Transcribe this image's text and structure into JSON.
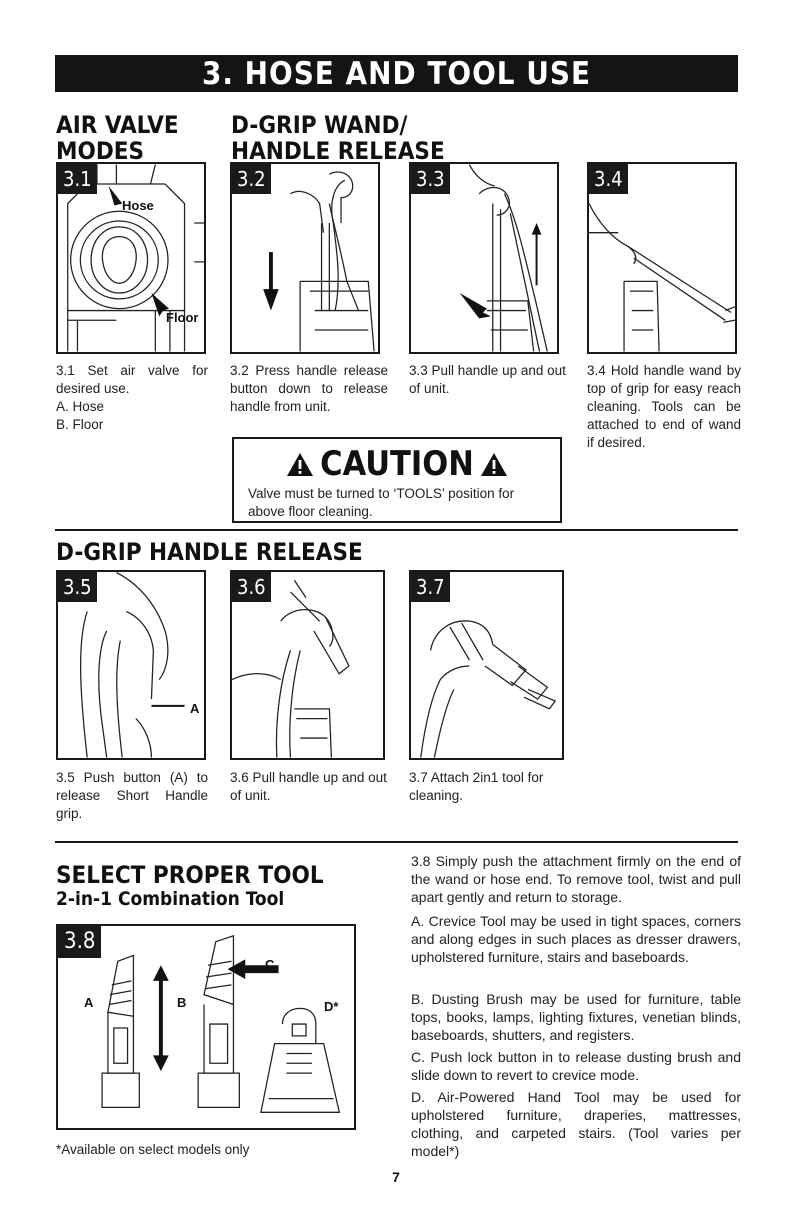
{
  "banner": "3. HOSE AND TOOL USE",
  "section1": {
    "heading_a_line1": "AIR VALVE",
    "heading_a_line2": "MODES",
    "heading_b_line1": "D-GRIP WAND/",
    "heading_b_line2": "HANDLE RELEASE"
  },
  "panels": {
    "p31": {
      "tag": "3.1",
      "hose_label": "Hose",
      "floor_label": "Floor"
    },
    "p32": {
      "tag": "3.2"
    },
    "p33": {
      "tag": "3.3"
    },
    "p34": {
      "tag": "3.4"
    },
    "p35": {
      "tag": "3.5",
      "a_label": "A"
    },
    "p36": {
      "tag": "3.6"
    },
    "p37": {
      "tag": "3.7"
    },
    "p38": {
      "tag": "3.8",
      "a_label": "A",
      "b_label": "B",
      "c_label": "C",
      "d_label": "D*"
    }
  },
  "captions": {
    "c31": [
      "3.1 Set air valve for desired use.",
      "A. Hose",
      "B. Floor"
    ],
    "c32": "3.2 Press handle release button down to release handle from unit.",
    "c33": "3.3 Pull handle up and out of unit.",
    "c34": "3.4 Hold handle wand by top of grip for easy reach cleaning. Tools can be attached to end of wand if desired.",
    "c35": "3.5 Push button (A) to release Short Handle grip.",
    "c36": "3.6 Pull handle up and out of unit.",
    "c37": "3.7 Attach 2in1 tool for cleaning."
  },
  "caution": {
    "title": "CAUTION",
    "text": "Valve must be turned to ‘TOOLS’ position for above floor cleaning."
  },
  "section2": {
    "heading": "D-GRIP HANDLE RELEASE"
  },
  "section3": {
    "heading": "SELECT PROPER TOOL",
    "subheading": "2-in-1 Combination Tool",
    "footnote": "*Available on select models only",
    "paragraphs": [
      "3.8 Simply push the attachment firmly on the end of the wand or hose end. To remove tool, twist and pull apart gently and return to storage.",
      "A. Crevice Tool may be used in tight spaces, corners and along edges in such places as dresser drawers, upholstered furniture, stairs and baseboards.",
      "B. Dusting Brush may be used for furniture, table tops, books, lamps, lighting fixtures, venetian blinds, baseboards, shutters, and registers.",
      "C. Push lock button in to release dusting brush and slide down to revert to crevice mode.",
      "D. Air-Powered Hand Tool may be used for upholstered furniture, draperies, mattresses, clothing, and carpeted stairs. (Tool varies per model*)"
    ]
  },
  "page_number": "7"
}
